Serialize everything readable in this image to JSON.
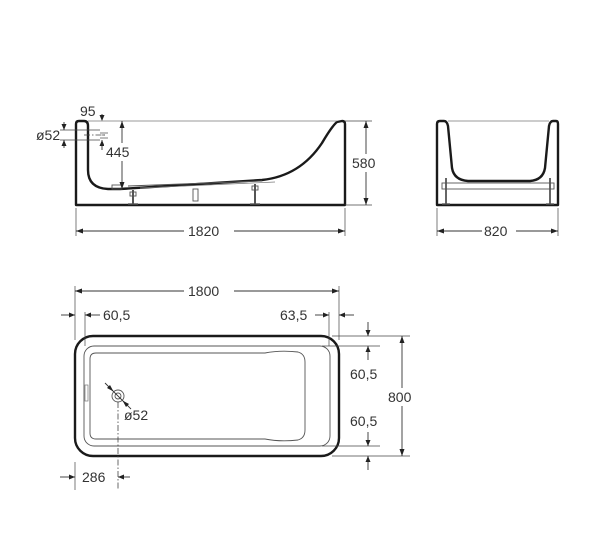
{
  "drawing": {
    "subject": "Bathtub technical dimension drawing",
    "line_color": "#1a1a1a",
    "text_color": "#333333"
  },
  "side_view": {
    "overflow_height": "95",
    "overflow_diameter": "ø52",
    "overflow_depth": "445",
    "height": "580",
    "length": "1820"
  },
  "end_view": {
    "width": "820"
  },
  "top_view": {
    "length": "1800",
    "rim_left": "60,5",
    "rim_right": "63,5",
    "rim_top": "60,5",
    "rim_bottom": "60,5",
    "width": "800",
    "drain_diameter": "ø52",
    "drain_offset": "286"
  }
}
